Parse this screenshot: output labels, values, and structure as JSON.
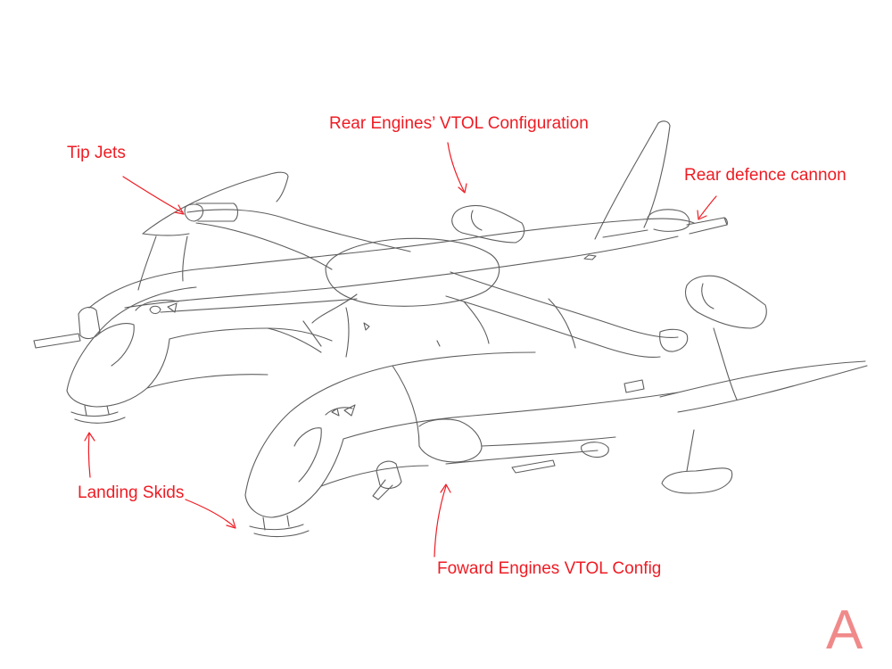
{
  "colors": {
    "annotation": "#ee1c24",
    "sketch": "#5e5e5e",
    "letter": "#f08a8a",
    "background": "#ffffff"
  },
  "labels": {
    "tip_jets": "Tip Jets",
    "rear_engines": "Rear Engines’ VTOL Configuration",
    "rear_defence": "Rear defence cannon",
    "landing_skids": "Landing Skids",
    "forward_engines": "Foward Engines VTOL Config"
  },
  "corner_letter": "A"
}
